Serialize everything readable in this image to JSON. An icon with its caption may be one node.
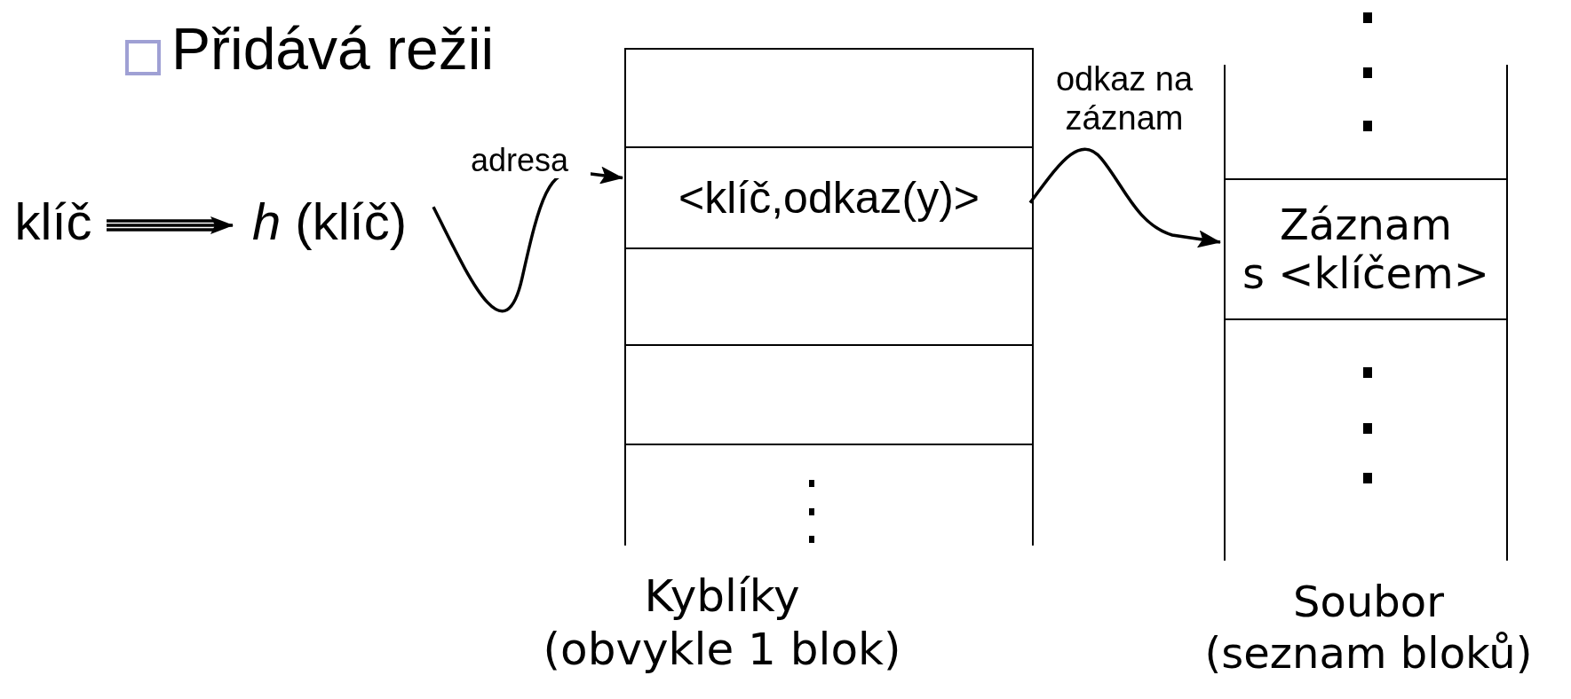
{
  "diagram": {
    "title": "Přidává režii",
    "nodes": [
      {
        "text": [
          "klíč"
        ]
      },
      {
        "text": [
          "*h* (klíč)"
        ]
      },
      {
        "text": [],
        "shape": "box"
      },
      {
        "text": [
          "<klíč,odkaz(y)>"
        ]
      },
      {
        "text": [],
        "shape": "box"
      },
      {
        "text": [],
        "shape": "box"
      },
      {
        "text": [
          "Záznam s <klíčem>"
        ]
      }
    ],
    "edges": [
      {
        "from": 0,
        "to": 1,
        "arrow": "to"
      },
      {
        "from": 1,
        "to": 3,
        "arrow": "to",
        "label": "adresa"
      },
      {
        "from": 3,
        "to": 6,
        "arrow": "to",
        "label": "odkaz na záznam"
      }
    ],
    "labels": [
      "Kyblíky (obvykle 1 blok)",
      "Soubor (seznam bloků)"
    ]
  }
}
